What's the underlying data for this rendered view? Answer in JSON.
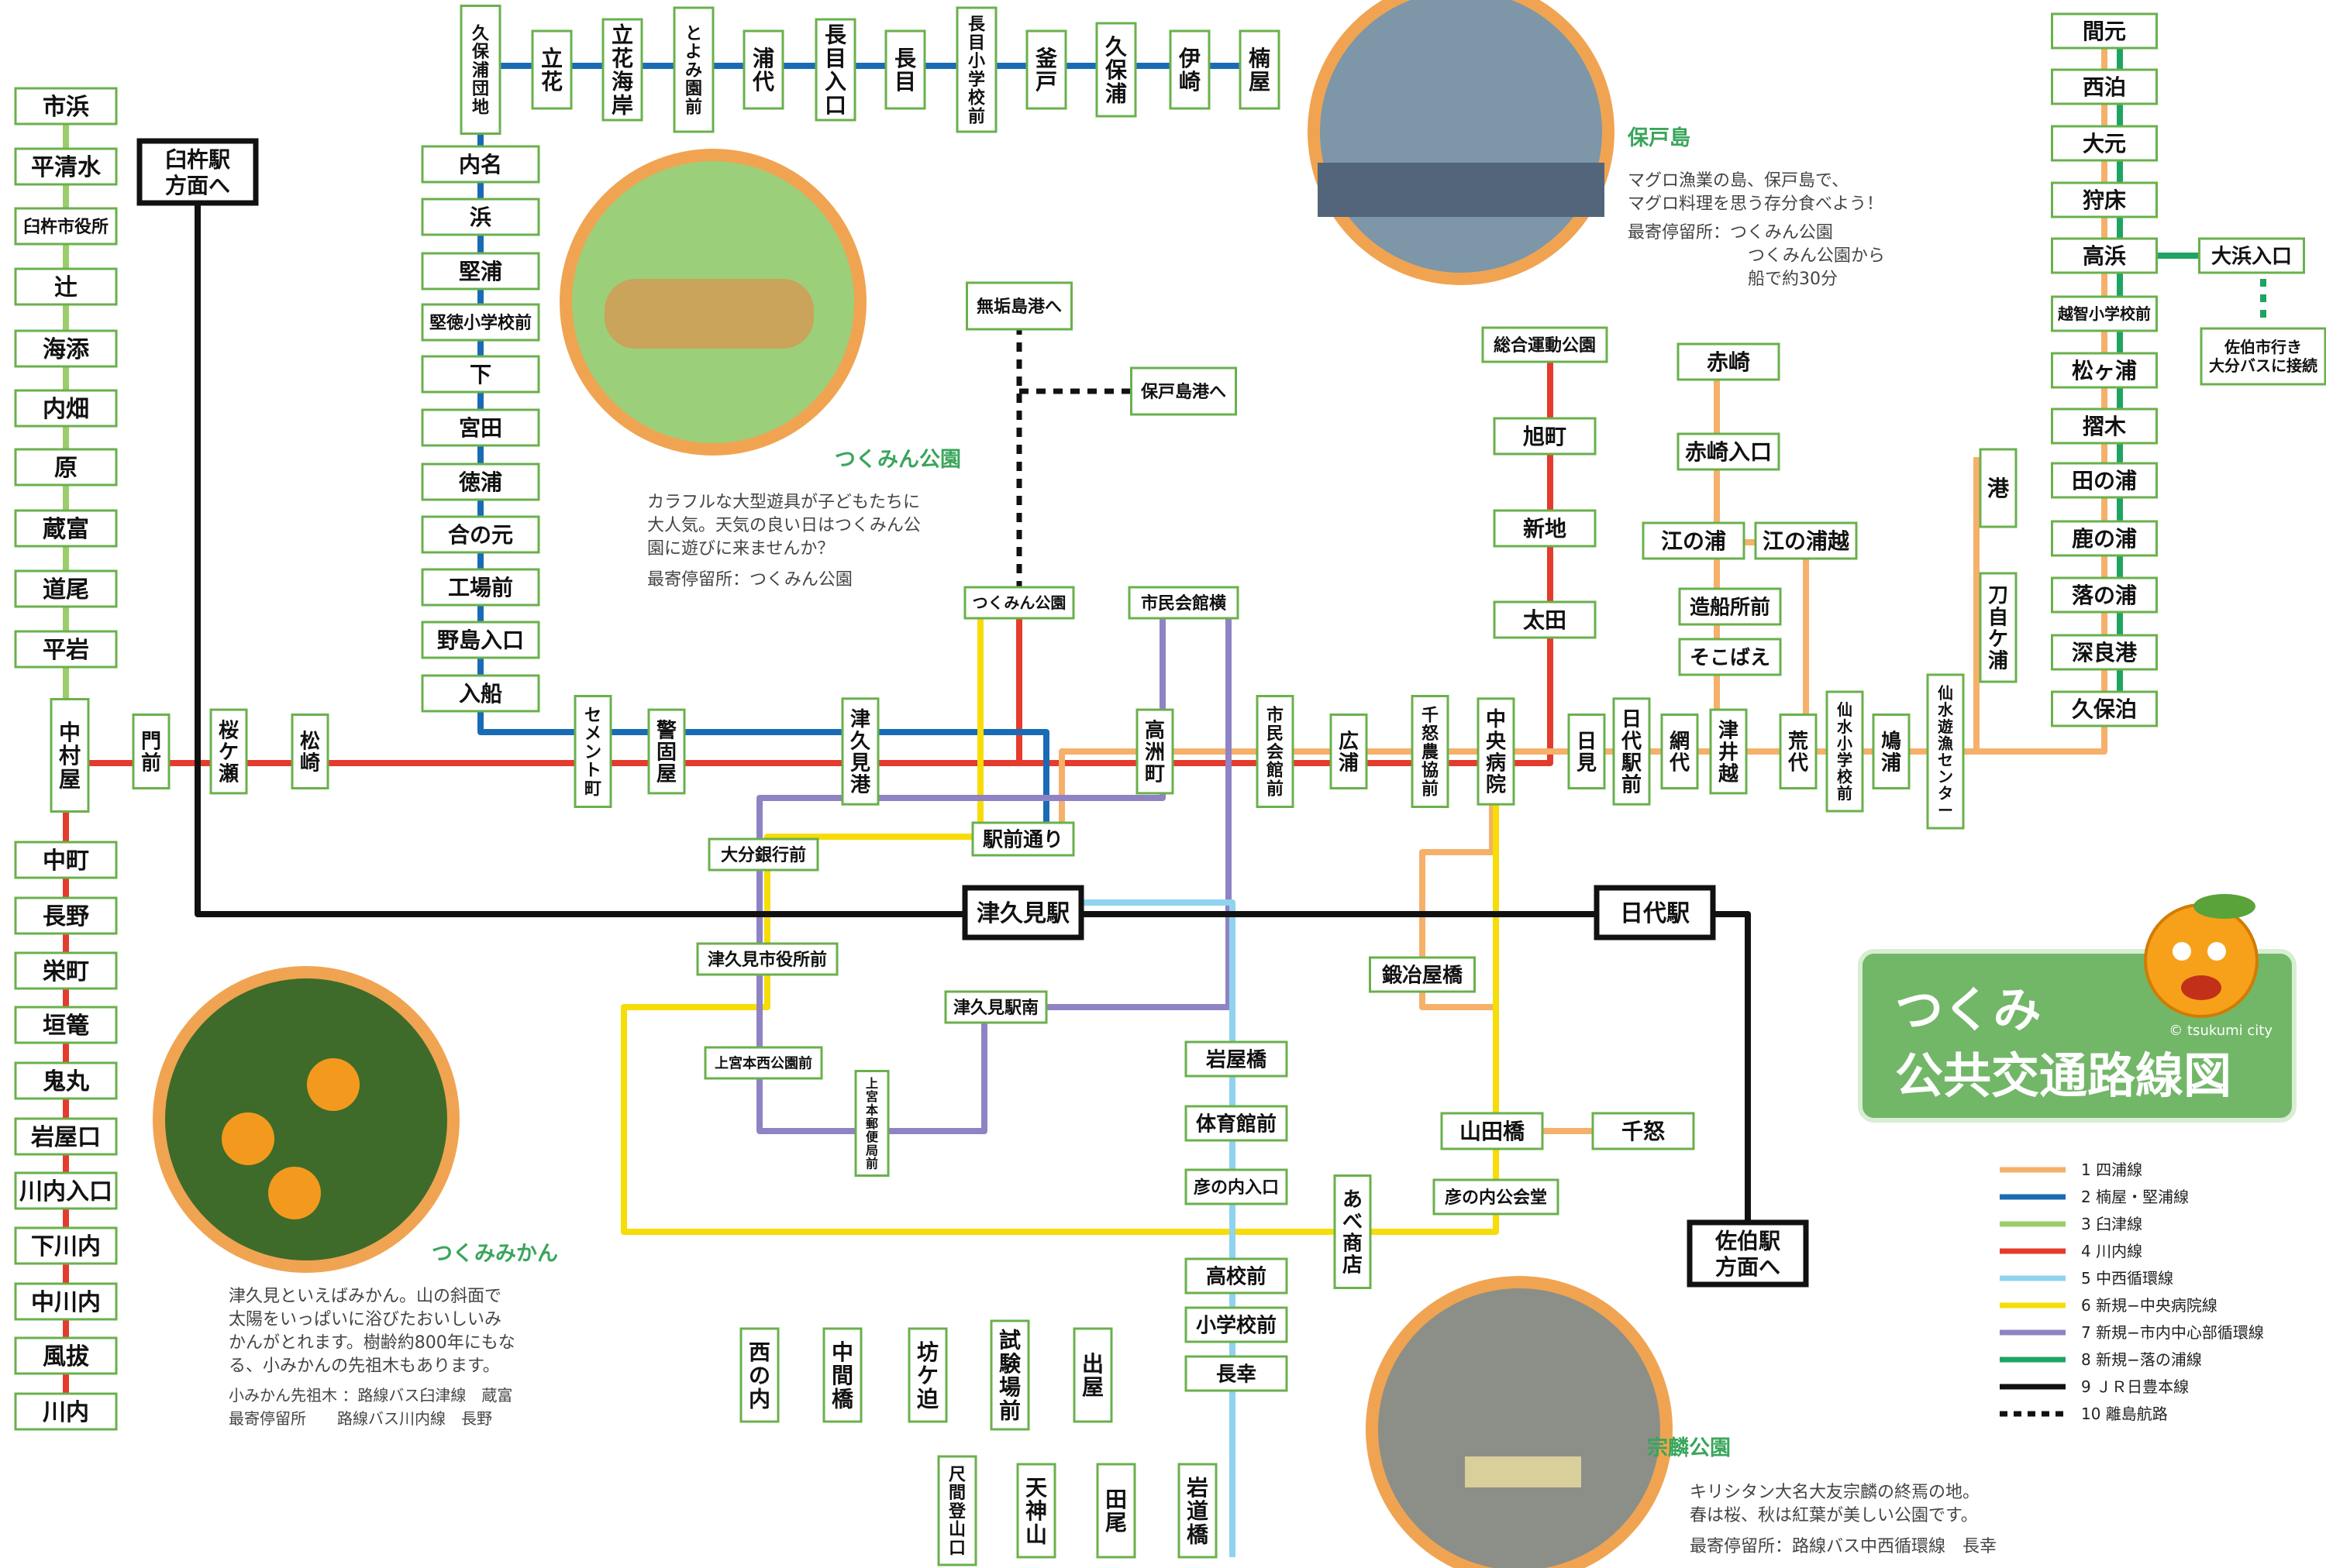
{
  "colors": {
    "line1": "#f5b06a",
    "line2": "#1a6bb5",
    "line3": "#9ccd6b",
    "line4": "#e43b2c",
    "line5": "#8fd3ef",
    "line6": "#f7dc08",
    "line7": "#8f83c4",
    "line8": "#1ea462",
    "line9": "#111111",
    "line10": "#111111",
    "box_border": "#6ab04c",
    "title_bg": "#72b768",
    "heading_green": "#3aa55b"
  },
  "title": {
    "line1": "つくみ",
    "line2": "公共交通路線図",
    "copyright": "© tsukumi city"
  },
  "legend": [
    {
      "num": "1",
      "name": "四浦線",
      "line": "line1",
      "style": "solid"
    },
    {
      "num": "2",
      "name": "楠屋・堅浦線",
      "line": "line2",
      "style": "solid"
    },
    {
      "num": "3",
      "name": "臼津線",
      "line": "line3",
      "style": "solid"
    },
    {
      "num": "4",
      "name": "川内線",
      "line": "line4",
      "style": "solid"
    },
    {
      "num": "5",
      "name": "中西循環線",
      "line": "line5",
      "style": "solid"
    },
    {
      "num": "6",
      "name": "新規−中央病院線",
      "line": "line6",
      "style": "solid"
    },
    {
      "num": "7",
      "name": "新規−市内中心部循環線",
      "line": "line7",
      "style": "solid"
    },
    {
      "num": "8",
      "name": "新規−落の浦線",
      "line": "line8",
      "style": "solid"
    },
    {
      "num": "9",
      "name": "ＪＲ日豊本線",
      "line": "line9",
      "style": "solid"
    },
    {
      "num": "10",
      "name": "離島航路",
      "line": "line10",
      "style": "dashed"
    }
  ],
  "stations": {
    "tsukumi": "津久見駅",
    "hishiro": "日代駅",
    "usuki": [
      "臼杵駅",
      "方面へ"
    ],
    "saiki": [
      "佐伯駅",
      "方面へ"
    ]
  },
  "ferry": {
    "mukaijima": "無垢島港へ",
    "hotojima": "保戸島港へ"
  },
  "left_column": [
    "市浜",
    "平清水",
    "臼杵市役所",
    "辻",
    "海添",
    "内畑",
    "原",
    "蔵富",
    "道尾",
    "平岩",
    "中村屋",
    "中町",
    "長野",
    "栄町",
    "垣篭",
    "鬼丸",
    "岩屋口",
    "川内入口",
    "下川内",
    "中川内",
    "風拔",
    "川内"
  ],
  "top_row": [
    "久保浦団地",
    "立花",
    "立花海岸",
    "とよみ園前",
    "浦代",
    "長目入口",
    "長目",
    "長目小学校前",
    "釜戸",
    "久保浦",
    "伊崎",
    "楠屋"
  ],
  "col2": [
    "内名",
    "浜",
    "堅浦",
    "堅徳小学校前",
    "下",
    "宮田",
    "徳浦",
    "合の元",
    "工場前",
    "野島入口",
    "入船"
  ],
  "main_row": [
    "門前",
    "桜ケ瀬",
    "松崎",
    "セメント町",
    "警固屋",
    "津久見港",
    "高洲町",
    "市民会館前",
    "広浦",
    "千怒農協前",
    "中央病院",
    "日見",
    "日代駅前",
    "網代",
    "津井越",
    "荒代",
    "仙水小学校前",
    "鳩浦",
    "仙水遊漁センター"
  ],
  "center_stops": {
    "tsukumin_park": "つくみん公園",
    "shimin_kaikan_yoko": "市民会館横",
    "ekimae_dori": "駅前通り",
    "oita_ginko": "大分銀行前",
    "shiyakusho": "津久見市役所前",
    "kamimiyamoto_nishi": "上宮本西公園前",
    "kamimiyamoto_yubin": "上宮本郵便局前",
    "eki_minami": "津久見駅南"
  },
  "line5_stops": [
    "岩屋橋",
    "体育館前",
    "彦の内入口",
    "高校前",
    "小学校前",
    "長幸"
  ],
  "bottom_row": [
    "西の内",
    "中間橋",
    "坊ケ迫",
    "試験場前",
    "出屋"
  ],
  "bottom_row2": [
    "尺間登山口",
    "天神山",
    "田尾",
    "岩道橋"
  ],
  "abe": "あべ商店",
  "right_mid": {
    "sogo_undo": "総合運動公園",
    "asahimachi": "旭町",
    "shinchi": "新地",
    "ota": "太田",
    "akasaki": "赤崎",
    "akasaki_iriguchi": "赤崎入口",
    "enoura": "江の浦",
    "enoura_goe": "江の浦越",
    "zosenjo": "造船所前",
    "sokobae": "そこばえ",
    "kajiyabashi": "鍛冶屋橋",
    "yamadabashi": "山田橋",
    "chinu": "千怒",
    "hikonouchi_kominkan": "彦の内公会堂"
  },
  "far_right": [
    "間元",
    "西泊",
    "大元",
    "狩床",
    "高浜",
    "越智小学校前",
    "松ヶ浦",
    "摺木",
    "田の浦",
    "鹿の浦",
    "落の浦",
    "深良港",
    "久保泊"
  ],
  "minato": [
    "港",
    "刀自ケ浦"
  ],
  "ohama": "大浜入口",
  "saiki_note": [
    "佐伯市行き",
    "大分バスに接続"
  ],
  "photos": {
    "park": {
      "title": "つくみん公園",
      "desc": [
        "カラフルな大型遊具が子どもたちに",
        "大人気。天気の良い日はつくみん公",
        "園に遊びに来ませんか？"
      ],
      "stop": "最寄停留所：つくみん公園"
    },
    "hotojima": {
      "title": "保戸島",
      "desc": [
        "マグロ漁業の島、保戸島で、",
        "マグロ料理を思う存分食べよう！"
      ],
      "stop": [
        "最寄停留所：つくみん公園",
        "つくみん公園から",
        "船で約30分"
      ]
    },
    "mikan": {
      "title": "つくみみかん",
      "desc": [
        "津久見といえばみかん。山の斜面で",
        "太陽をいっぱいに浴びたおいしいみ",
        "かんがとれます。樹齢約800年にもな",
        "る、小みかんの先祖木もあります。"
      ],
      "stop": [
        "小みかん先祖木 ：路線バス臼津線　蔵富",
        "最寄停留所　　路線バス川内線　長野"
      ]
    },
    "sorin": {
      "title": "宗麟公園",
      "desc": [
        "キリシタン大名大友宗麟の終焉の地。",
        "春は桜、秋は紅葉が美しい公園です。"
      ],
      "stop": "最寄停留所：路線バス中西循環線　長幸"
    }
  }
}
